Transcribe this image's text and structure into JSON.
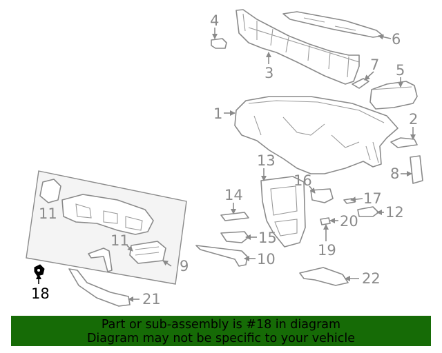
{
  "callouts": {
    "c1": "1",
    "c2": "2",
    "c3": "3",
    "c4": "4",
    "c5": "5",
    "c6": "6",
    "c7": "7",
    "c8": "8",
    "c9": "9",
    "c10": "10",
    "c11a": "11",
    "c11b": "11",
    "c12": "12",
    "c13": "13",
    "c14": "14",
    "c15": "15",
    "c16": "16",
    "c17": "17",
    "c18": "18",
    "c19": "19",
    "c20": "20",
    "c21": "21",
    "c22": "22"
  },
  "highlighted_part": "18",
  "colors": {
    "line": "#8a8a8a",
    "highlight": "#000000",
    "banner_bg": "#166b06"
  },
  "banner": {
    "line1": "Part or sub-assembly is #18 in diagram",
    "line2": "Diagram may not be specific to your vehicle"
  }
}
